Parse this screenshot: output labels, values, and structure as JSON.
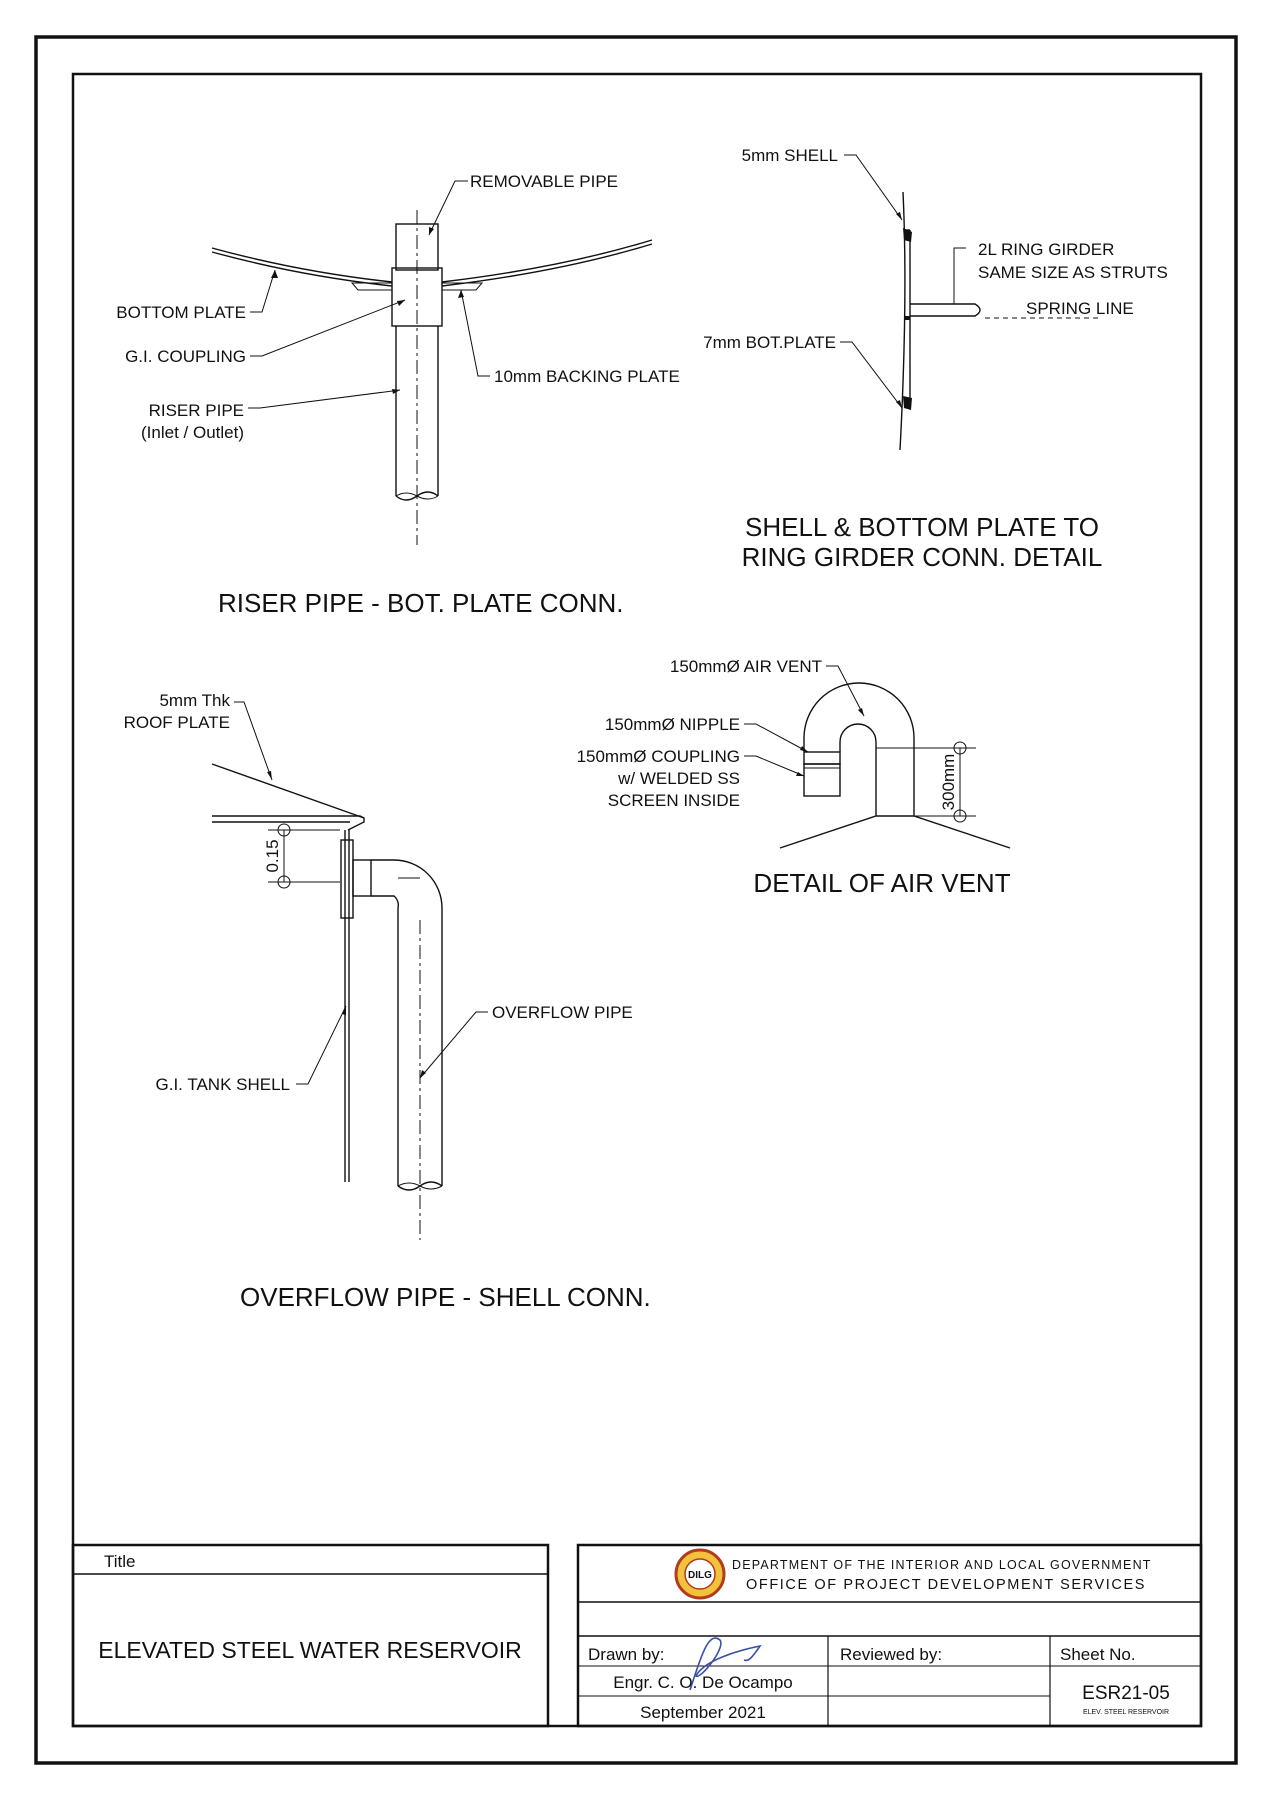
{
  "riser_detail": {
    "title": "RISER PIPE - BOT. PLATE CONN.",
    "labels": {
      "removable_pipe": "REMOVABLE PIPE",
      "bottom_plate": "BOTTOM PLATE",
      "gi_coupling": "G.I.  COUPLING",
      "backing_plate": "10mm BACKING PLATE",
      "riser_pipe": "RISER PIPE",
      "riser_pipe_note": "(Inlet / Outlet)"
    }
  },
  "shell_detail": {
    "title_line1": "SHELL & BOTTOM PLATE TO",
    "title_line2": "RING GIRDER CONN. DETAIL",
    "labels": {
      "shell": "5mm SHELL",
      "ring_girder_1": "2L RING GIRDER",
      "ring_girder_2": "SAME SIZE AS STRUTS",
      "spring_line": "SPRING LINE",
      "bot_plate": "7mm BOT.PLATE"
    }
  },
  "air_vent_detail": {
    "title": "DETAIL OF AIR VENT",
    "labels": {
      "air_vent": "150mmØ AIR VENT",
      "nipple": "150mmØ NIPPLE",
      "coupling_1": "150mmØ COUPLING",
      "coupling_2": "w/ WELDED  SS",
      "coupling_3": "SCREEN INSIDE",
      "dim_300": "300mm"
    }
  },
  "overflow_detail": {
    "title": "OVERFLOW PIPE - SHELL CONN.",
    "labels": {
      "roof_plate_1": "5mm Thk",
      "roof_plate_2": "ROOF PLATE",
      "dim_015": "0.15",
      "overflow_pipe": "OVERFLOW PIPE",
      "tank_shell": "G.I.  TANK SHELL"
    }
  },
  "title_block": {
    "title_label": "Title",
    "project_title": "ELEVATED STEEL WATER RESERVOIR",
    "agency_line1": "DEPARTMENT OF THE INTERIOR AND LOCAL GOVERNMENT",
    "agency_line2": "OFFICE OF PROJECT DEVELOPMENT SERVICES",
    "logo_text": "DILG",
    "drawn_by_label": "Drawn by:",
    "drawn_by_name": "Engr. C. O. De Ocampo",
    "drawn_date": "September 2021",
    "reviewed_by_label": "Reviewed by:",
    "sheet_no_label": "Sheet No.",
    "sheet_no": "ESR21-05",
    "sheet_caption": "ELEV. STEEL RESERVOIR"
  }
}
